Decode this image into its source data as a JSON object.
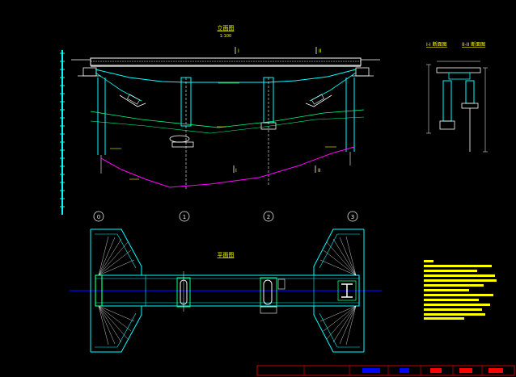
{
  "drawing": {
    "elevation_title": "立面图",
    "elevation_scale": "1:100",
    "plan_title": "平面图",
    "section_titles": {
      "sec1": "I-I 断面图",
      "sec2": "II-II 断面图"
    },
    "cut_marks": {
      "i": "I",
      "ii": "II"
    },
    "axis_labels": [
      "0",
      "1",
      "2",
      "3"
    ],
    "colors": {
      "background": "#000000",
      "deck": "#ffffff",
      "pier": "#00ffff",
      "ground": "#ff00ff",
      "water": "#00ff80",
      "note": "#ffff00",
      "centerline": "#0000ff",
      "titleblock": "#ff0000"
    }
  }
}
